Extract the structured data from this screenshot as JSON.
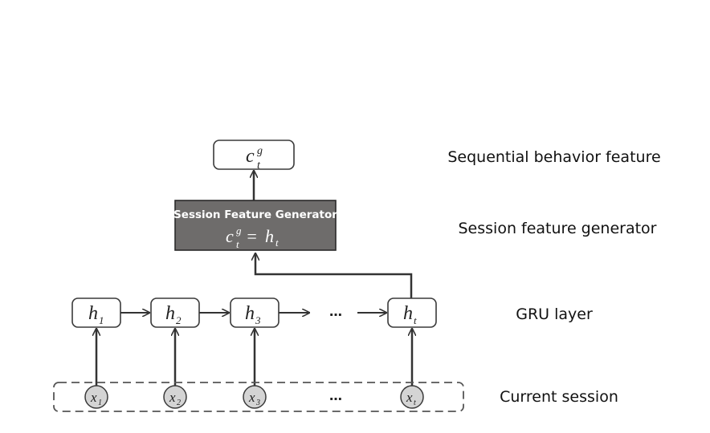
{
  "labels": {
    "sequential": "Sequential behavior feature",
    "generator": "Session feature generator",
    "gru": "GRU layer",
    "session": "Current session"
  },
  "output_node": {
    "base": "c",
    "sup": "g",
    "sub": "t"
  },
  "generator_box": {
    "title": "Session Feature Generator",
    "eq_lhs_base": "c",
    "eq_lhs_sup": "g",
    "eq_lhs_sub": "t",
    "eq_op": "=",
    "eq_rhs_base": "h",
    "eq_rhs_sub": "t"
  },
  "hidden_nodes": [
    {
      "base": "h",
      "sub": "1"
    },
    {
      "base": "h",
      "sub": "2"
    },
    {
      "base": "h",
      "sub": "3"
    },
    {
      "base": "h",
      "sub": "t"
    }
  ],
  "input_nodes": [
    {
      "base": "x",
      "sub": "1"
    },
    {
      "base": "x",
      "sub": "2"
    },
    {
      "base": "x",
      "sub": "3"
    },
    {
      "base": "x",
      "sub": "t"
    }
  ],
  "ellipsis": "…",
  "colors": {
    "generator_fill": "#6e6c6b",
    "input_fill": "#d4d4d4",
    "stroke": "#3a3a3a"
  }
}
